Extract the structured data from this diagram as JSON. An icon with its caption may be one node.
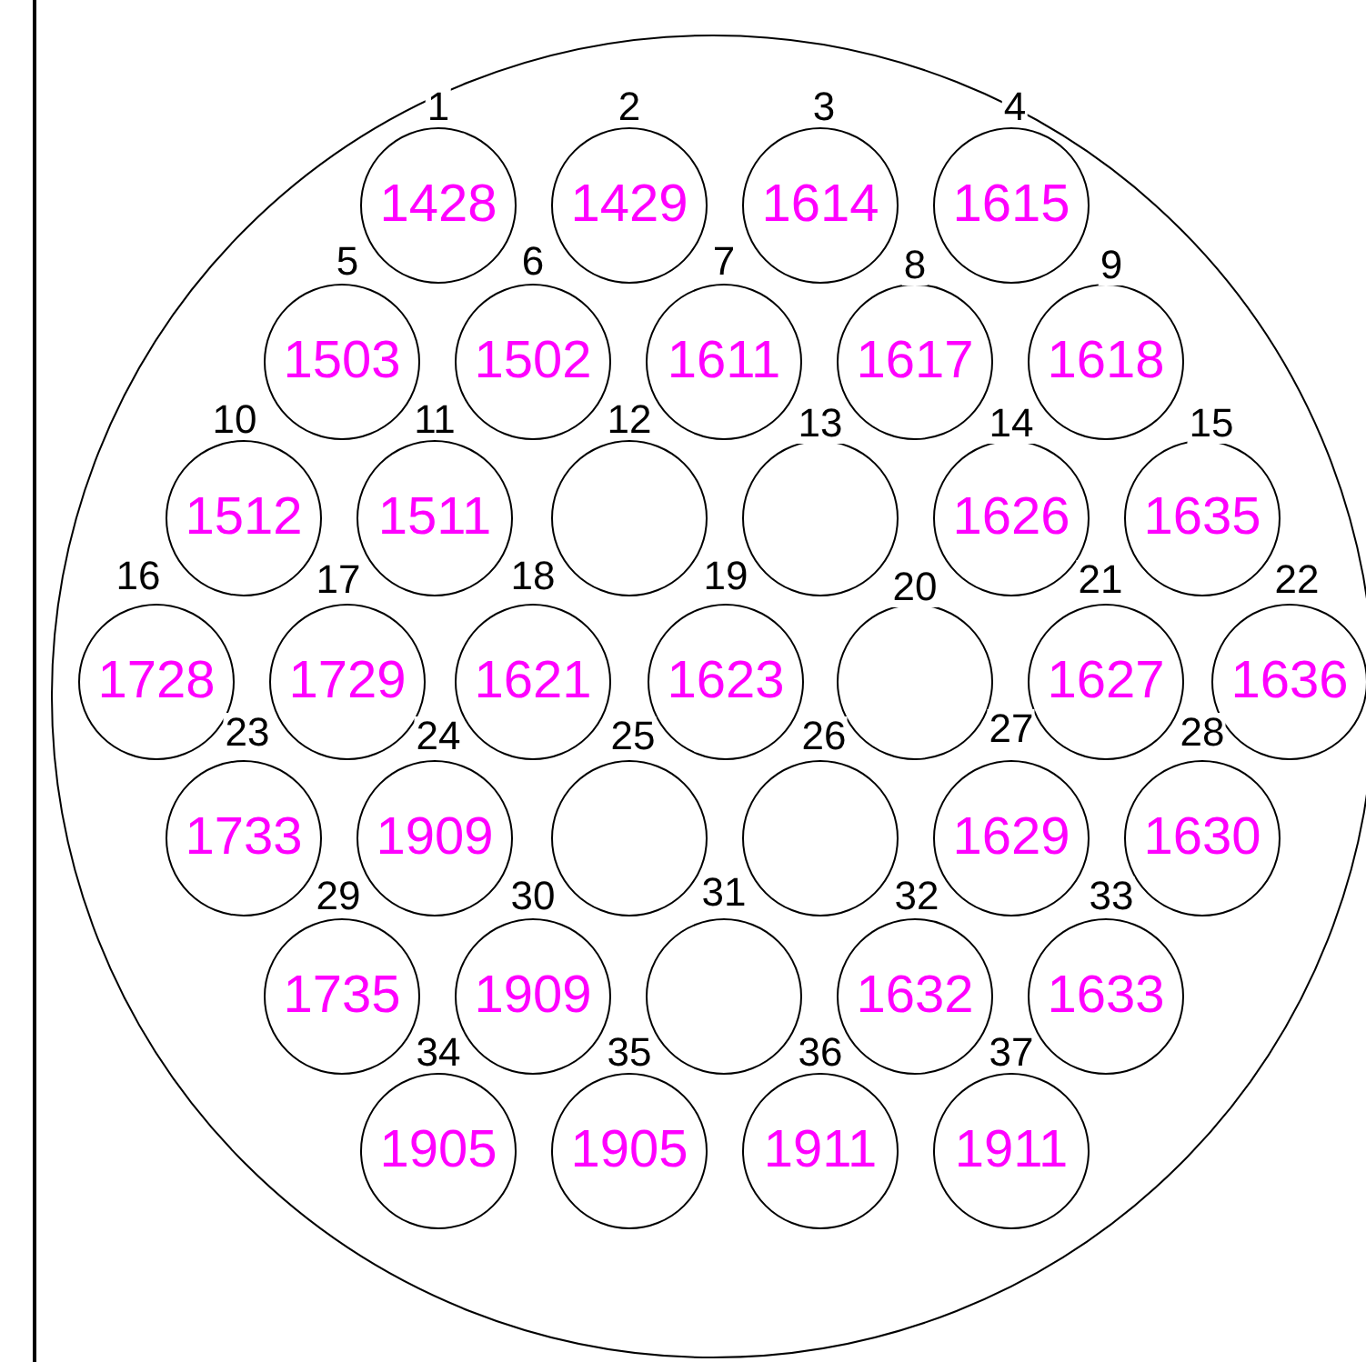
{
  "diagram": {
    "nodes": [
      {
        "text": [],
        "shape": "circle"
      },
      {
        "text": [
          "1428"
        ],
        "beside": [
          "1"
        ],
        "in": 0
      },
      {
        "text": [
          "1429"
        ],
        "beside": [
          "2"
        ],
        "in": 0
      },
      {
        "text": [
          "1614"
        ],
        "beside": [
          "3"
        ],
        "in": 0
      },
      {
        "text": [
          "1615"
        ],
        "beside": [
          "4"
        ],
        "in": 0
      },
      {
        "text": [
          "1503"
        ],
        "beside": [
          "5"
        ],
        "in": 0
      },
      {
        "text": [
          "1502"
        ],
        "beside": [
          "6"
        ],
        "in": 0
      },
      {
        "text": [
          "1611"
        ],
        "beside": [
          "7"
        ],
        "in": 0
      },
      {
        "text": [
          "1617"
        ],
        "beside": [
          "8"
        ],
        "in": 0
      },
      {
        "text": [
          "1618"
        ],
        "beside": [
          "9"
        ],
        "in": 0
      },
      {
        "text": [
          "1512"
        ],
        "beside": [
          "10"
        ],
        "in": 0
      },
      {
        "text": [
          "1511"
        ],
        "beside": [
          "11"
        ],
        "in": 0
      },
      {
        "text": [],
        "shape": "circle",
        "beside": [
          "12"
        ],
        "in": 0
      },
      {
        "text": [],
        "shape": "circle",
        "beside": [
          "13"
        ],
        "in": 0
      },
      {
        "text": [
          "1626"
        ],
        "beside": [
          "14"
        ],
        "in": 0
      },
      {
        "text": [
          "1635"
        ],
        "beside": [
          "15"
        ],
        "in": 0
      },
      {
        "text": [
          "1728"
        ],
        "beside": [
          "16"
        ],
        "in": 0
      },
      {
        "text": [
          "1729"
        ],
        "beside": [
          "17"
        ],
        "in": 0
      },
      {
        "text": [
          "1621"
        ],
        "beside": [
          "18"
        ],
        "in": 0
      },
      {
        "text": [
          "1623"
        ],
        "beside": [
          "19"
        ],
        "in": 0
      },
      {
        "text": [],
        "shape": "circle",
        "beside": [
          "20"
        ],
        "in": 0
      },
      {
        "text": [
          "1627"
        ],
        "beside": [
          "21"
        ],
        "in": 0
      },
      {
        "text": [
          "1636"
        ],
        "beside": [
          "22"
        ],
        "in": 0
      },
      {
        "text": [
          "1733"
        ],
        "beside": [
          "23"
        ],
        "in": 0
      },
      {
        "text": [
          "1909"
        ],
        "beside": [
          "24"
        ],
        "in": 0
      },
      {
        "text": [],
        "shape": "circle",
        "beside": [
          "25"
        ],
        "in": 0
      },
      {
        "text": [],
        "shape": "circle",
        "beside": [
          "26"
        ],
        "in": 0
      },
      {
        "text": [
          "1629"
        ],
        "beside": [
          "27"
        ],
        "in": 0
      },
      {
        "text": [
          "1630"
        ],
        "beside": [
          "28"
        ],
        "in": 0
      },
      {
        "text": [
          "1735"
        ],
        "beside": [
          "29"
        ],
        "in": 0
      },
      {
        "text": [
          "1909"
        ],
        "beside": [
          "30"
        ],
        "in": 0
      },
      {
        "text": [],
        "shape": "circle",
        "beside": [
          "31"
        ],
        "in": 0
      },
      {
        "text": [
          "1632"
        ],
        "beside": [
          "32"
        ],
        "in": 0
      },
      {
        "text": [
          "1633"
        ],
        "beside": [
          "33"
        ],
        "in": 0
      },
      {
        "text": [
          "1905"
        ],
        "beside": [
          "34"
        ],
        "in": 0
      },
      {
        "text": [
          "1905"
        ],
        "beside": [
          "35"
        ],
        "in": 0
      },
      {
        "text": [
          "1911"
        ],
        "beside": [
          "36"
        ],
        "in": 0
      },
      {
        "text": [
          "1911"
        ],
        "beside": [
          "37"
        ],
        "in": 0
      }
    ]
  }
}
